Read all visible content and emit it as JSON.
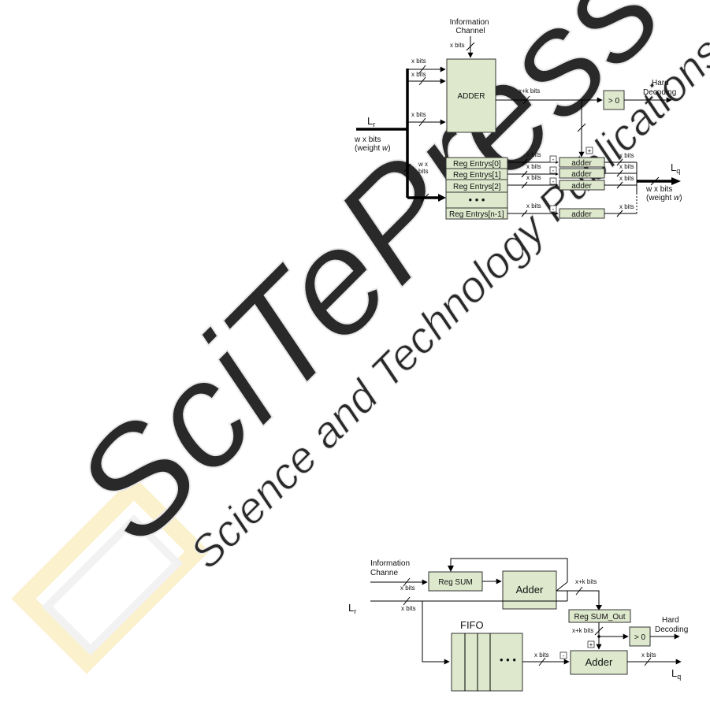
{
  "watermark": {
    "text_main": "SciTePress",
    "text_sub": "Science and Technology Publications",
    "color": "#e3e3e3"
  },
  "colors": {
    "block_fill": "#dde8cc",
    "block_stroke": "#333333",
    "wire": "#000000"
  },
  "top_diagram": {
    "information_channel": "Information\nChannel",
    "adder_label": "ADDER",
    "compare_label": "> 0",
    "hard_decoding": "Hard\nDecoding",
    "input_label": "Lr",
    "input_bus": "w x bits\n(weight w)",
    "bus_to_regs": "w x\nbits",
    "output_label": "Lq",
    "output_bus": "w x bits\n(weight w)",
    "sum_width": "x+k bits",
    "bit_label": "x bits",
    "plus_sign": "+",
    "minus_sign": "-",
    "ellipsis": "• • •",
    "registers": [
      "Reg Entrys[0]",
      "Reg Entrys[1]",
      "Reg Entrys[2]",
      "Reg Entrys[n-1]"
    ],
    "adders": [
      "adder",
      "adder",
      "adder",
      "adder"
    ]
  },
  "bottom_diagram": {
    "information_channel": "Information\nChanne",
    "reg_sum": "Reg SUM",
    "adder1": "Adder",
    "reg_sum_out": "Reg SUM_Out",
    "compare_label": "> 0",
    "hard_decoding": "Hard\nDecoding",
    "input_label": "Lr",
    "fifo_label": "FIFO",
    "fifo_ellipsis": "• • •",
    "adder2": "Adder",
    "output_label": "Lq",
    "sum_width": "x+k bits",
    "bit_label": "x bits",
    "plus_sign": "+",
    "minus_sign": "-"
  }
}
